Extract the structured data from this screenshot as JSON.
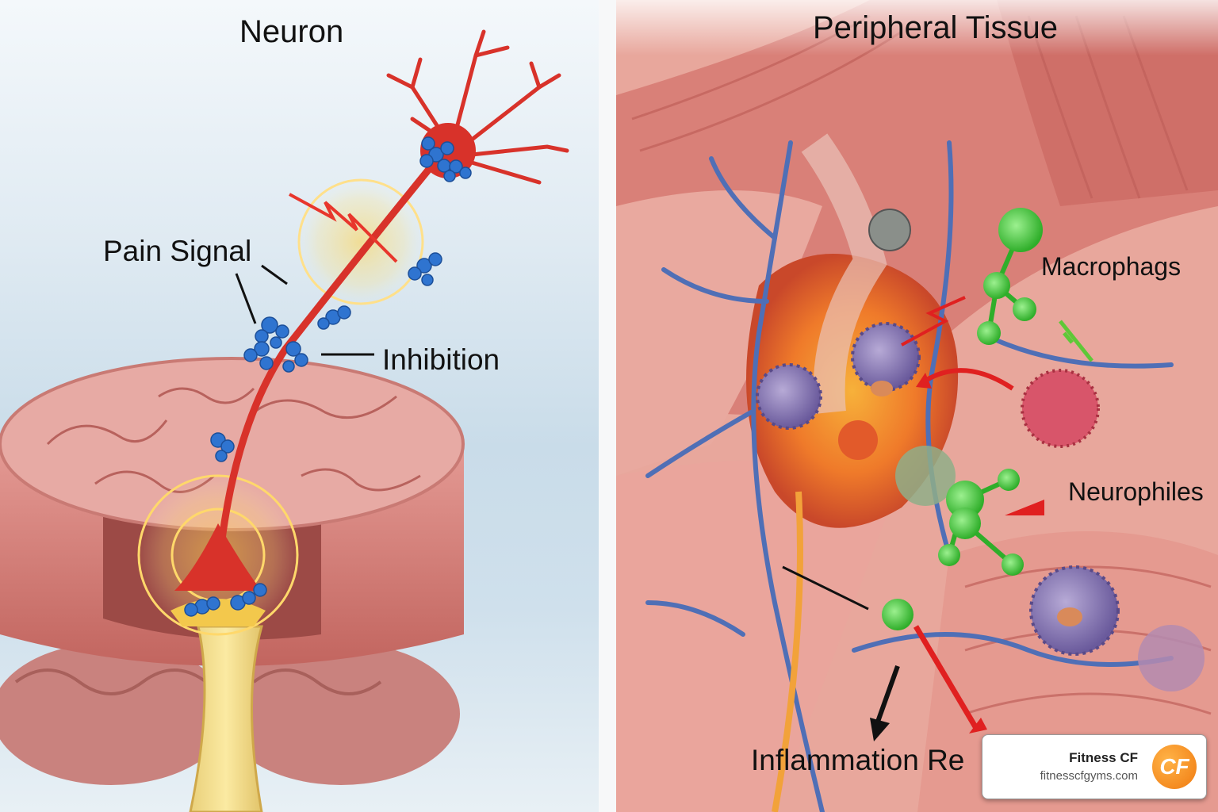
{
  "left_panel": {
    "title": "Neuron",
    "labels": {
      "pain_signal": "Pain Signal",
      "inhibition": "Inhibition"
    }
  },
  "right_panel": {
    "title": "Peripheral Tissue",
    "labels": {
      "macrophages": "Macrophags",
      "neutrophils": "Neurophiles",
      "inflammation": "Inflammation Re"
    }
  },
  "watermark": {
    "name": "Fitness CF",
    "url": "fitnesscfgyms.com",
    "logo_text": "CF"
  },
  "colors": {
    "nerve": "#d8322a",
    "receptor": "#2f74d0",
    "macrophage": "#43c93a",
    "tissue": "#e8a79c"
  }
}
